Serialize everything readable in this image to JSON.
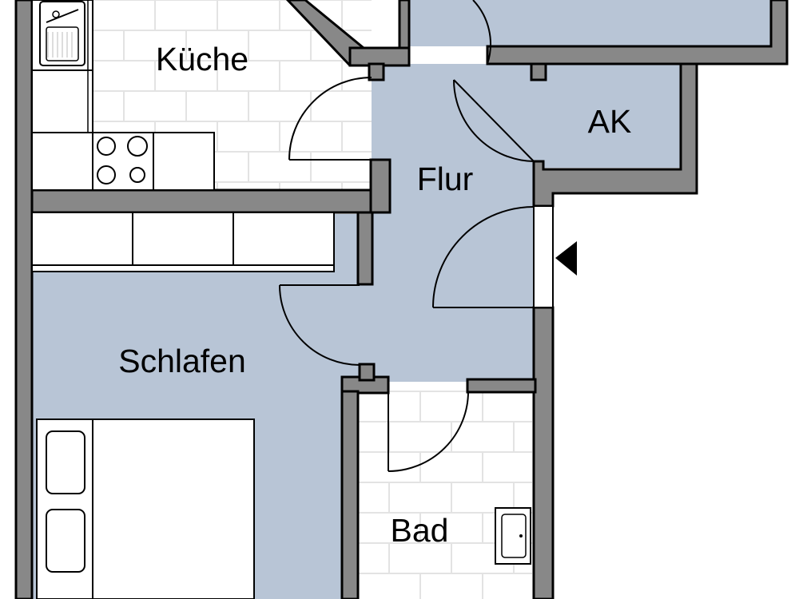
{
  "rooms": {
    "kueche": "Küche",
    "ak": "AK",
    "flur": "Flur",
    "schlafen": "Schlafen",
    "bad": "Bad"
  },
  "colors": {
    "floor": "#b8c5d6",
    "wall": "#888888",
    "tiles": "#e3e3e3",
    "background": "#ffffff"
  },
  "icons": [
    "entrance-arrow-icon",
    "sink-icon",
    "stove-icon",
    "washbasin-icon",
    "bed-icon"
  ]
}
